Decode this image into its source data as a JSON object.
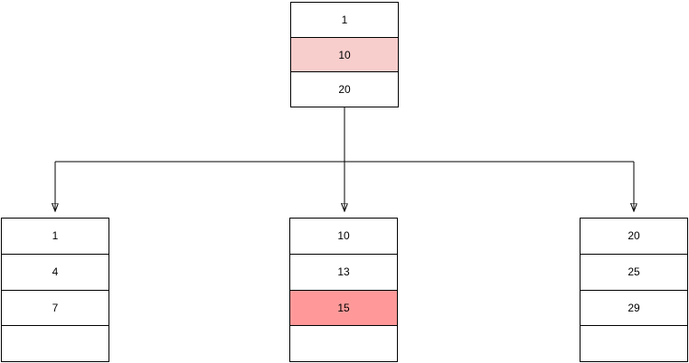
{
  "diagram": {
    "title": "b-tree-structure",
    "colors": {
      "node_fill": "#ffffff",
      "node_stroke": "#000000",
      "text": "#000000",
      "highlight_light": "#f8cecc",
      "highlight_strong": "#ff9999"
    },
    "nodes": {
      "root": {
        "cells": [
          {
            "value": "1",
            "highlight": "none"
          },
          {
            "value": "10",
            "highlight": "light"
          },
          {
            "value": "20",
            "highlight": "none"
          }
        ]
      },
      "left_child": {
        "cells": [
          {
            "value": "1",
            "highlight": "none"
          },
          {
            "value": "4",
            "highlight": "none"
          },
          {
            "value": "7",
            "highlight": "none"
          },
          {
            "value": "",
            "highlight": "none"
          }
        ]
      },
      "middle_child": {
        "cells": [
          {
            "value": "10",
            "highlight": "none"
          },
          {
            "value": "13",
            "highlight": "none"
          },
          {
            "value": "15",
            "highlight": "strong"
          },
          {
            "value": "",
            "highlight": "none"
          }
        ]
      },
      "right_child": {
        "cells": [
          {
            "value": "20",
            "highlight": "none"
          },
          {
            "value": "25",
            "highlight": "none"
          },
          {
            "value": "29",
            "highlight": "none"
          },
          {
            "value": "",
            "highlight": "none"
          }
        ]
      }
    },
    "edges": [
      {
        "from": "root",
        "to": "left_child"
      },
      {
        "from": "root",
        "to": "middle_child"
      },
      {
        "from": "root",
        "to": "right_child"
      }
    ]
  }
}
